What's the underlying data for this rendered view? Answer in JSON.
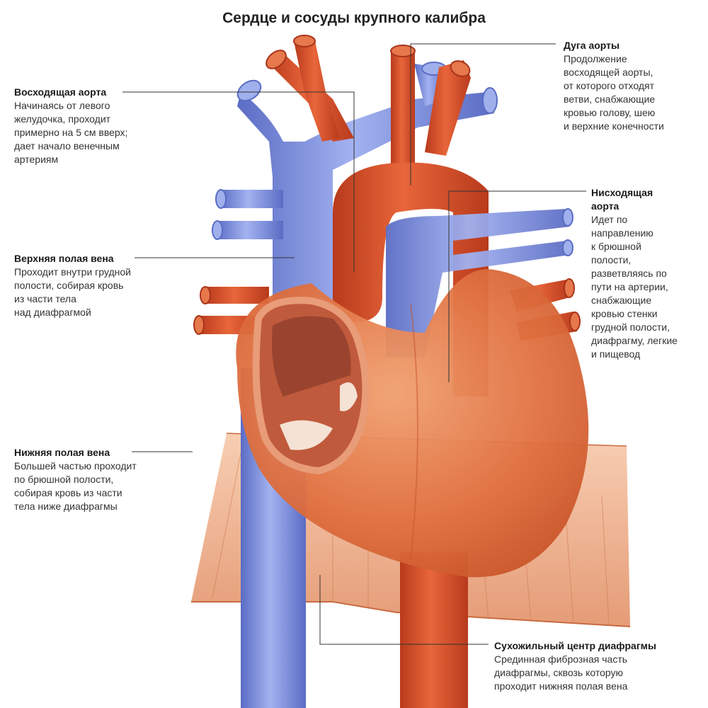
{
  "title": "Сердце и сосуды крупного калибра",
  "labels": {
    "ascending_aorta": {
      "title": "Восходящая аорта",
      "text": "Начинаясь от левого\nжелудочка, проходит\nпримерно на 5 см вверх;\nдает начало венечным\nартериям"
    },
    "superior_vena_cava": {
      "title": "Верхняя полая вена",
      "text": "Проходит внутри грудной\nполости, собирая кровь\nиз части тела\nнад диафрагмой"
    },
    "inferior_vena_cava": {
      "title": "Нижняя полая вена",
      "text": "Большей частью проходит\nпо брюшной полости,\nсобирая кровь из части\nтела ниже диафрагмы"
    },
    "aortic_arch": {
      "title": "Дуга аорты",
      "text": "Продолжение\nвосходящей аорты,\nот которого отходят\nветви, снабжающие\nкровью голову, шею\nи верхние конечности"
    },
    "descending_aorta": {
      "title": "Нисходящая\nаорта",
      "text": "Идет по\nнаправлению\nк брюшной\nполости,\nразветвляясь по\nпути на артерии,\nснабжающие\nкровью стенки\nгрудной полости,\nдиафрагму, легкие\nи пищевод"
    },
    "central_tendon": {
      "title": "Сухожильный центр диафрагмы",
      "text": "Срединная фиброзная часть\nдиафрагмы, сквозь которую\nпроходит нижняя полая вена"
    }
  },
  "colors": {
    "artery": "#d9532e",
    "artery_dark": "#b83a1c",
    "vein": "#7b8fe0",
    "vein_dark": "#5a6cc4",
    "heart": "#e0703e",
    "heart_light": "#ee9a6a",
    "diaphragm": "#f2b08a",
    "leader_line": "#333333"
  }
}
